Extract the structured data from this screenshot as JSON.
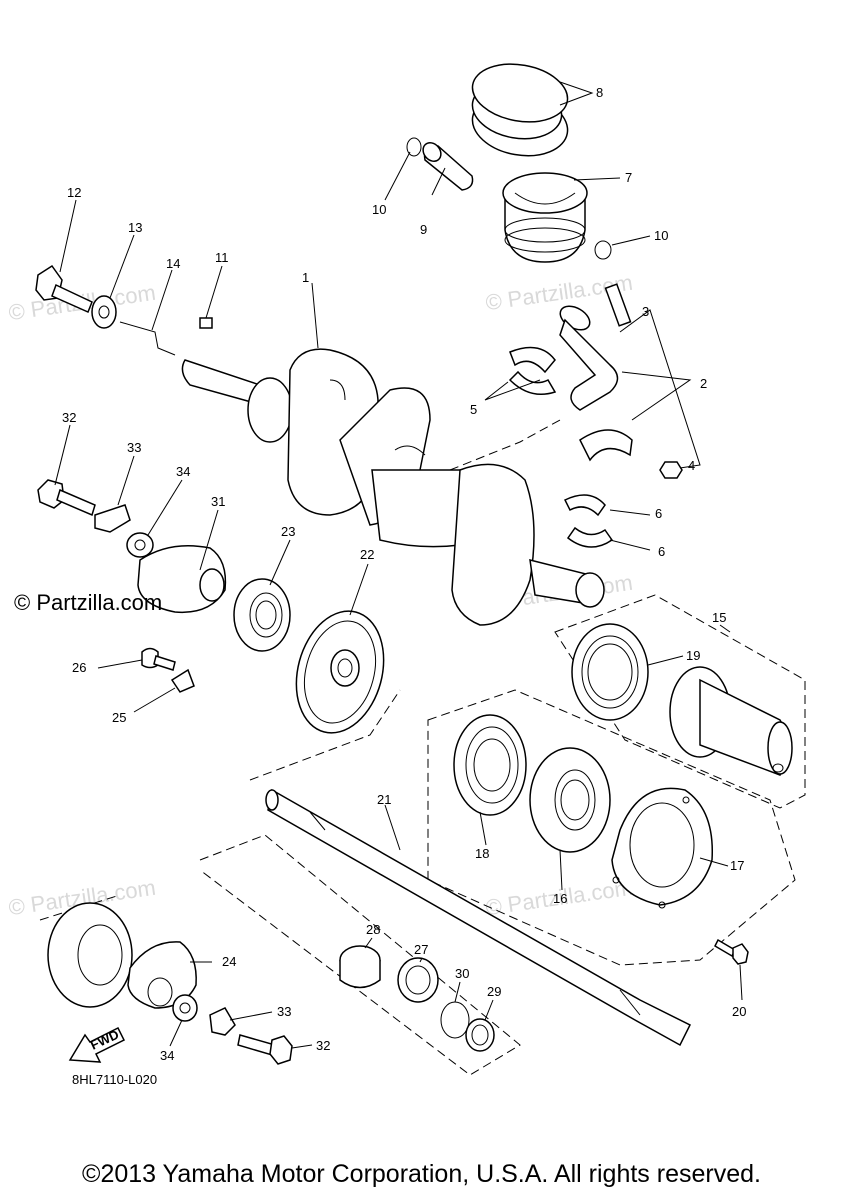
{
  "watermarks": {
    "main": "© Partzilla.com",
    "faded": "© Partzilla.com"
  },
  "diagram_code": "8HL7110-L020",
  "fwd_label": "FWD",
  "copyright": "©2013 Yamaha Motor Corporation, U.S.A. All rights reserved.",
  "callouts": {
    "c1": "1",
    "c2": "2",
    "c3": "3",
    "c4": "4",
    "c5": "5",
    "c6a": "6",
    "c6b": "6",
    "c7": "7",
    "c8": "8",
    "c9": "9",
    "c10a": "10",
    "c10b": "10",
    "c11": "11",
    "c12": "12",
    "c13": "13",
    "c14": "14",
    "c15": "15",
    "c16": "16",
    "c17": "17",
    "c18": "18",
    "c19": "19",
    "c20": "20",
    "c21": "21",
    "c22": "22",
    "c23": "23",
    "c24": "24",
    "c25": "25",
    "c26": "26",
    "c27": "27",
    "c28": "28",
    "c29": "29",
    "c30": "30",
    "c31": "31",
    "c32a": "32",
    "c32b": "32",
    "c33a": "33",
    "c33b": "33",
    "c34a": "34",
    "c34b": "34"
  }
}
